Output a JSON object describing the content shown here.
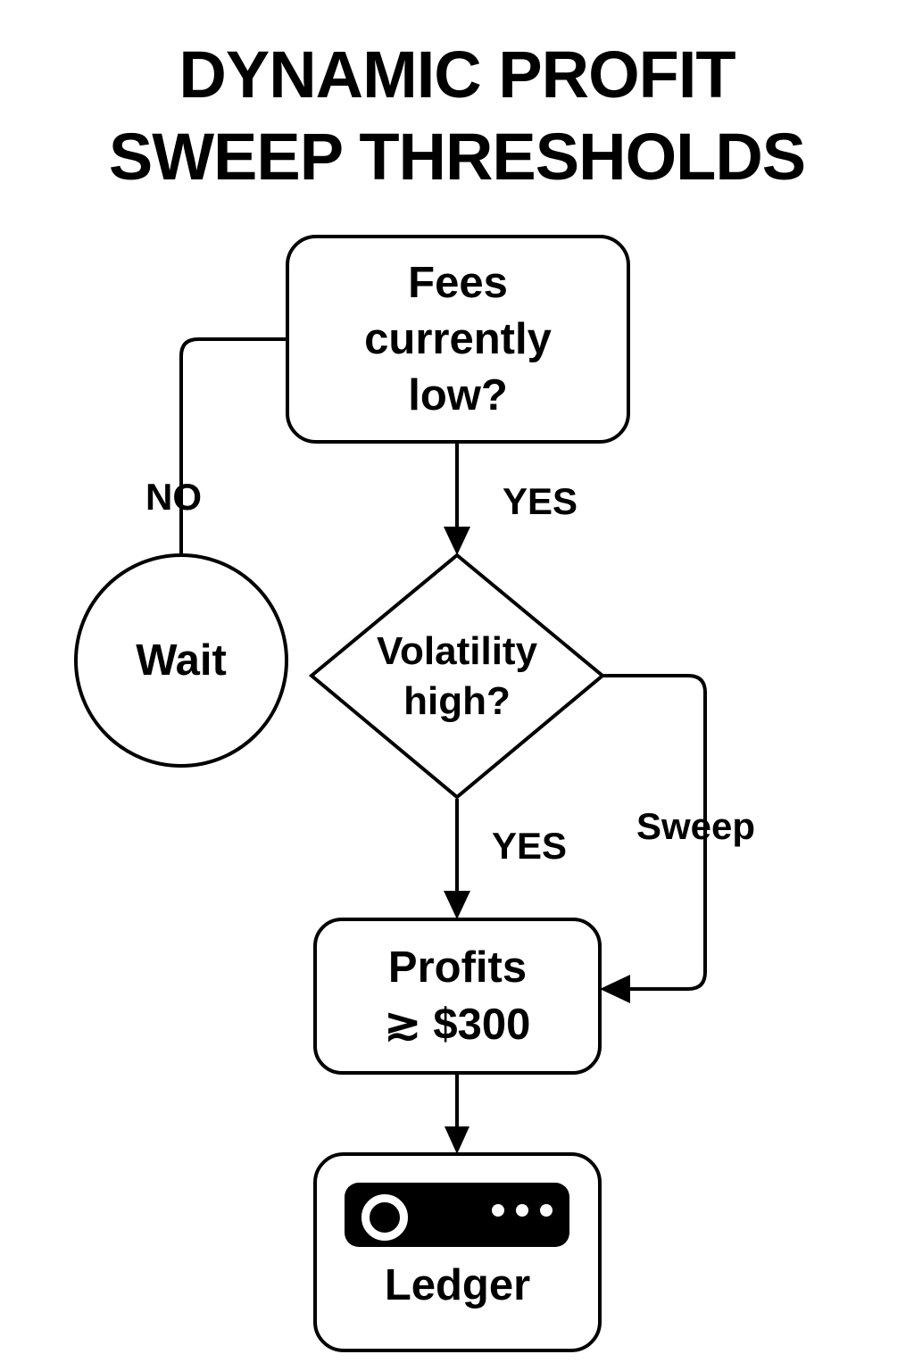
{
  "title": "DYNAMIC PROFIT\nSWEEP THRESHOLDS",
  "colors": {
    "background": "#FFFFFF",
    "stroke": "#000000",
    "text": "#000000",
    "icon_fill": "#000000",
    "icon_detail": "#FFFFFF"
  },
  "nodes": {
    "fees": {
      "label": "Fees\ncurrently\nlow?",
      "shape": "rounded-rectangle"
    },
    "wait": {
      "label": "Wait",
      "shape": "circle"
    },
    "volatility": {
      "label": "Volatility\nhigh?",
      "shape": "diamond"
    },
    "profits": {
      "label": "Profits\n≳ $300",
      "shape": "rounded-rectangle"
    },
    "ledger": {
      "label": "Ledger",
      "shape": "rounded-rectangle",
      "icon": "ledger-device-icon",
      "icon_dots": 3
    }
  },
  "edges": {
    "fees_to_wait": {
      "label": "NO",
      "from": "fees",
      "to": "wait"
    },
    "fees_to_volatility": {
      "label": "YES",
      "from": "fees",
      "to": "volatility"
    },
    "volatility_to_profits": {
      "label": "YES",
      "from": "volatility",
      "to": "profits"
    },
    "volatility_sweep_to_profits": {
      "label": "Sweep",
      "from": "volatility",
      "to": "profits"
    },
    "profits_to_ledger": {
      "label": "",
      "from": "profits",
      "to": "ledger"
    }
  }
}
